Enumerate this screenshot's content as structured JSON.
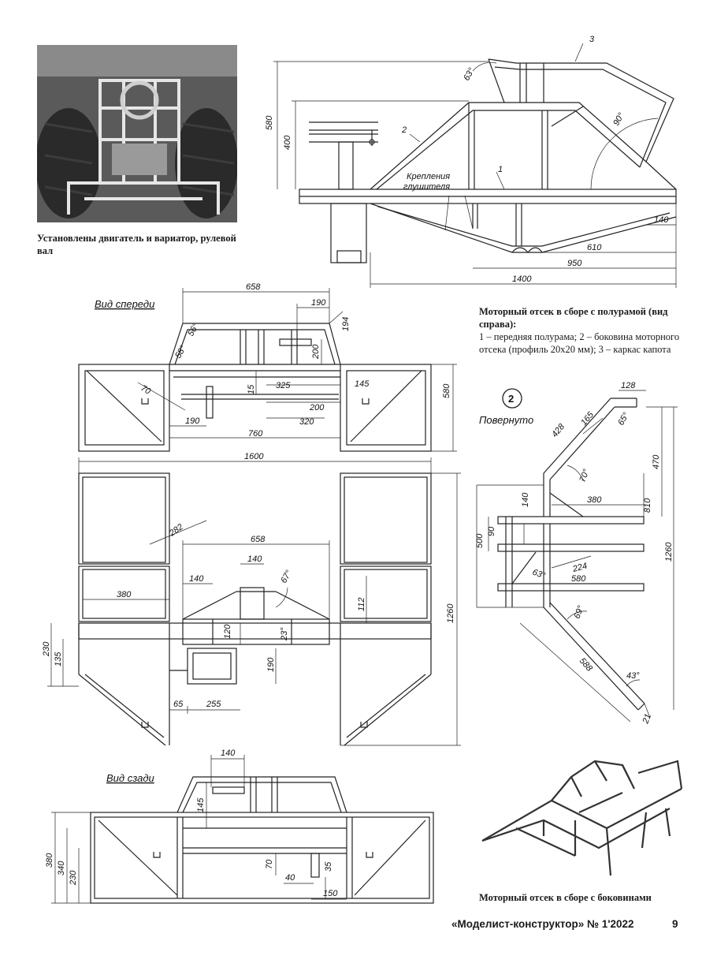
{
  "photo_caption": "Установлены двигатель и вариатор, рулевой вал",
  "side_caption_title": "Моторный отсек в сборе с полурамой (вид справа):",
  "side_caption_text": "1 – передняя полурама; 2 – боковина моторного отсека (профиль 20х20 мм); 3 – каркас капота",
  "iso_caption": "Моторный отсек в сборе с боковинами",
  "footer_magazine": "«Моделист-конструктор» № 1'2022",
  "footer_page": "9",
  "labels": {
    "front_view": "Вид спереди",
    "rear_view": "Вид сзади",
    "rotated": "Повернуто",
    "callout_number": "2",
    "muffler_mount_1": "Крепления",
    "muffler_mount_2": "глушителя",
    "part_1": "1",
    "part_2": "2",
    "part_3": "3"
  },
  "dims_side": [
    "580",
    "400",
    "63°",
    "90°",
    "140",
    "610",
    "950",
    "1400"
  ],
  "dims_front": [
    "658",
    "190",
    "194",
    "56°",
    "58°",
    "200",
    "580",
    "15",
    "325",
    "145",
    "70",
    "200",
    "190",
    "320",
    "760"
  ],
  "dims_plan": [
    "1600",
    "282",
    "658",
    "140",
    "67°",
    "380",
    "140",
    "112",
    "1260",
    "230",
    "135",
    "120",
    "23°",
    "190",
    "65",
    "255"
  ],
  "dims_rot": [
    "128",
    "165",
    "65°",
    "428",
    "70°",
    "470",
    "140",
    "380",
    "810",
    "500",
    "90",
    "63°",
    "224",
    "580",
    "1260",
    "69°",
    "588",
    "43°",
    "21"
  ],
  "dims_rear": [
    "140",
    "145",
    "380",
    "340",
    "230",
    "70",
    "35",
    "40",
    "150"
  ]
}
